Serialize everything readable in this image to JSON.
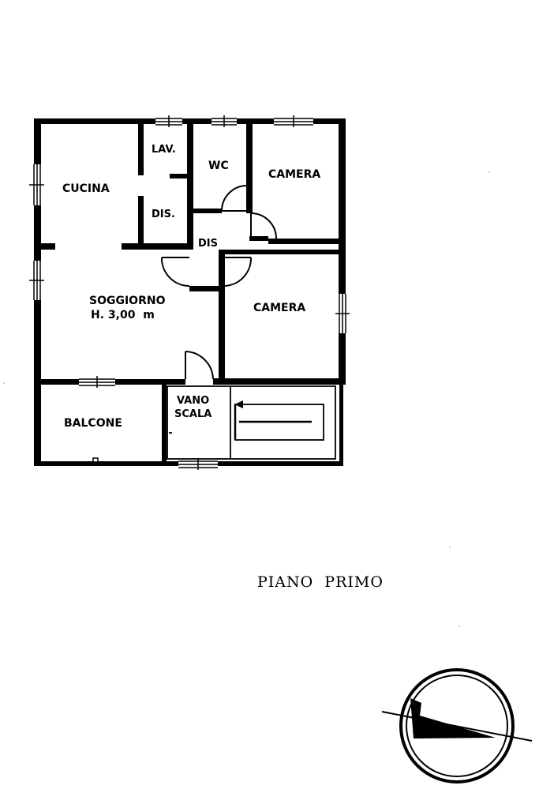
{
  "rooms": {
    "cucina": "CUCINA",
    "lav": "LAV.",
    "dis_upper": "DIS.",
    "wc": "WC",
    "camera_top": "CAMERA",
    "dis_center": "DIS",
    "soggiorno": "SOGGIORNO",
    "soggiorno_height": "H. 3,00  m",
    "camera_right": "CAMERA",
    "balcone": "BALCONE",
    "vano": "VANO",
    "scala": "SCALA"
  },
  "floor_label": "PIANO  PRIMO",
  "compass": {
    "icon": "north-arrow-icon"
  },
  "colors": {
    "ink": "#000000",
    "paper": "#ffffff"
  }
}
